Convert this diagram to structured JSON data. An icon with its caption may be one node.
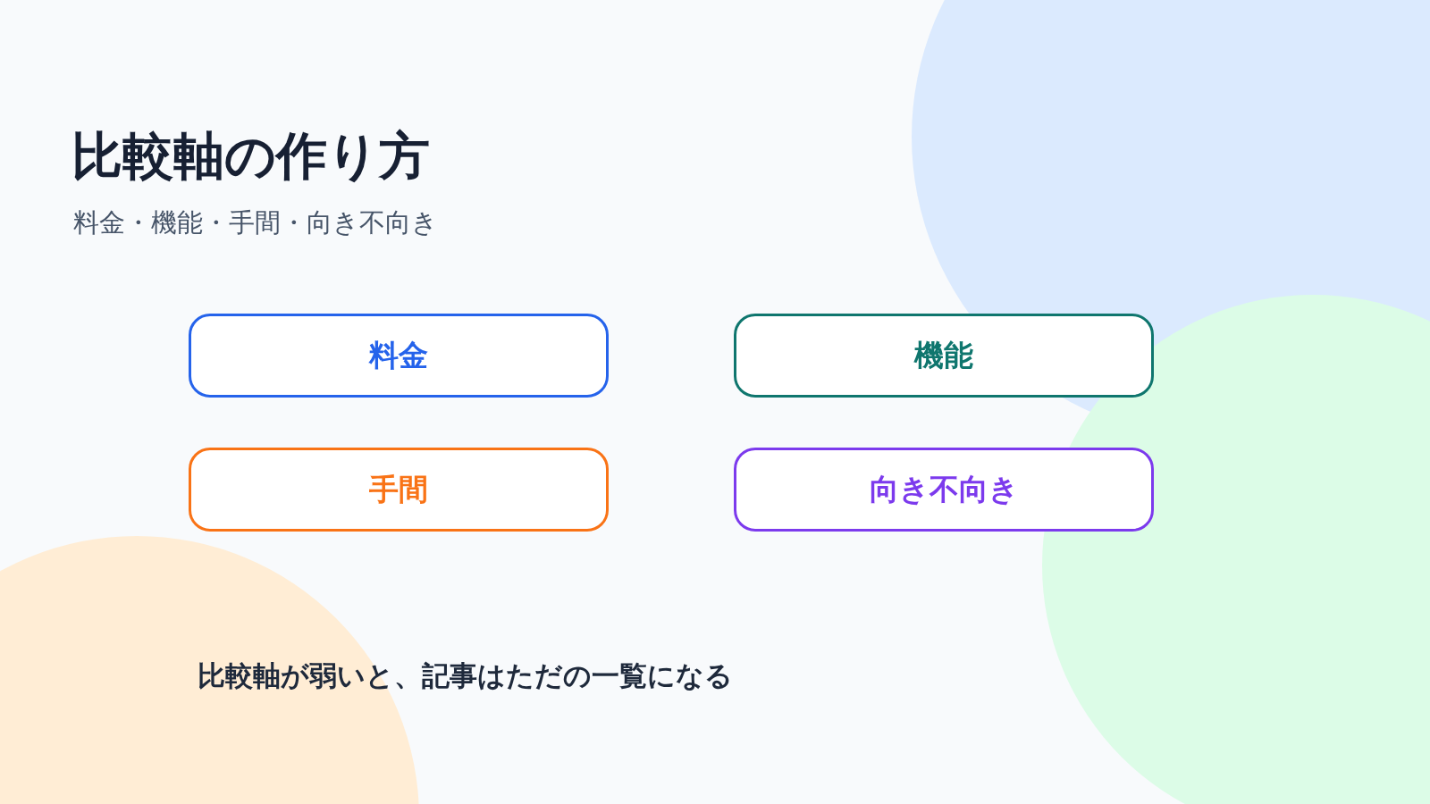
{
  "diagram": {
    "title": "比較軸の作り方",
    "nodes": [
      {
        "text": [
          "料金"
        ]
      },
      {
        "text": [
          "機能"
        ]
      },
      {
        "text": [
          "手間"
        ]
      },
      {
        "text": [
          "向き不向き"
        ]
      }
    ],
    "edges": [],
    "labels": [
      "料金・機能・手間・向き不向き",
      "比較軸が弱いと、記事はただの一覧になる"
    ]
  }
}
